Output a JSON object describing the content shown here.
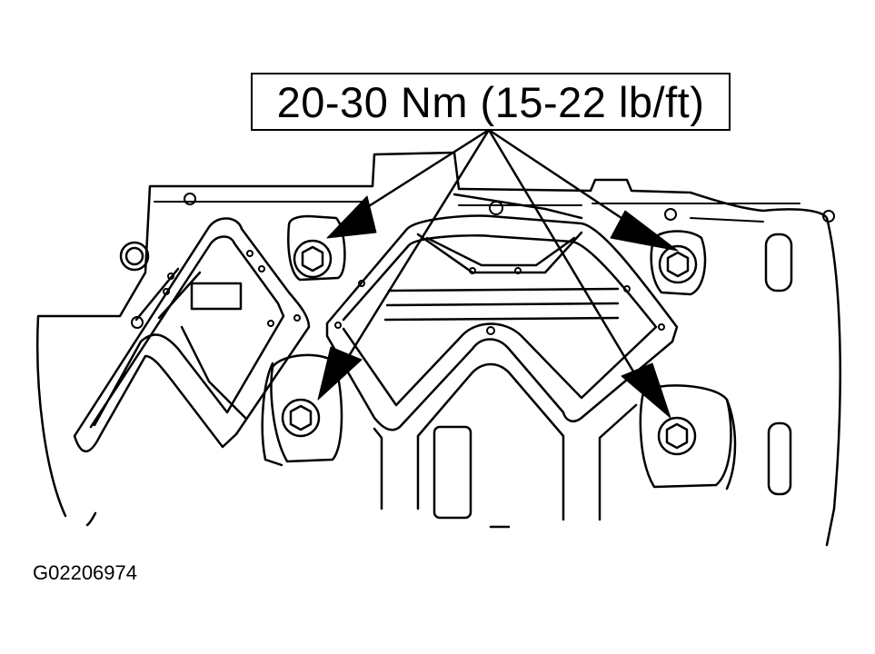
{
  "torque_label": "20-30 Nm (15-22 lb/ft)",
  "figure_id": "G02206974",
  "colors": {
    "line": "#000000",
    "background": "#ffffff"
  },
  "bolts": [
    {
      "name": "bolt-upper-left"
    },
    {
      "name": "bolt-upper-right"
    },
    {
      "name": "bolt-lower-left"
    },
    {
      "name": "bolt-lower-right"
    }
  ]
}
